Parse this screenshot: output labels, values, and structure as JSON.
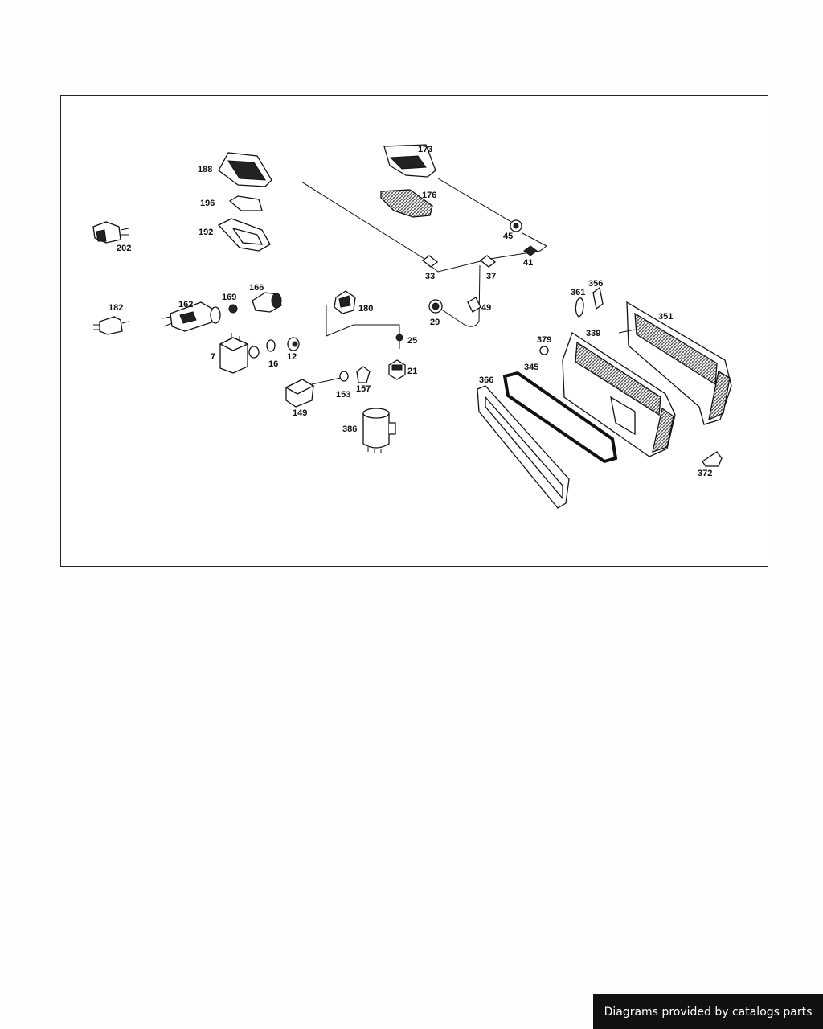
{
  "diagram": {
    "callouts": {
      "p173": "173",
      "p188": "188",
      "p176": "176",
      "p196": "196",
      "p192": "192",
      "p202": "202",
      "p45": "45",
      "p41": "41",
      "p33": "33",
      "p37": "37",
      "p166": "166",
      "p169": "169",
      "p162": "162",
      "p182": "182",
      "p180": "180",
      "p49": "49",
      "p29": "29",
      "p361": "361",
      "p356": "356",
      "p351": "351",
      "p379": "379",
      "p339": "339",
      "p25": "25",
      "p7": "7",
      "p16": "16",
      "p12": "12",
      "p21": "21",
      "p345": "345",
      "p153": "153",
      "p157": "157",
      "p366": "366",
      "p149": "149",
      "p386": "386",
      "p372": "372"
    }
  },
  "footer": {
    "credit": "Diagrams provided by catalogs parts"
  }
}
